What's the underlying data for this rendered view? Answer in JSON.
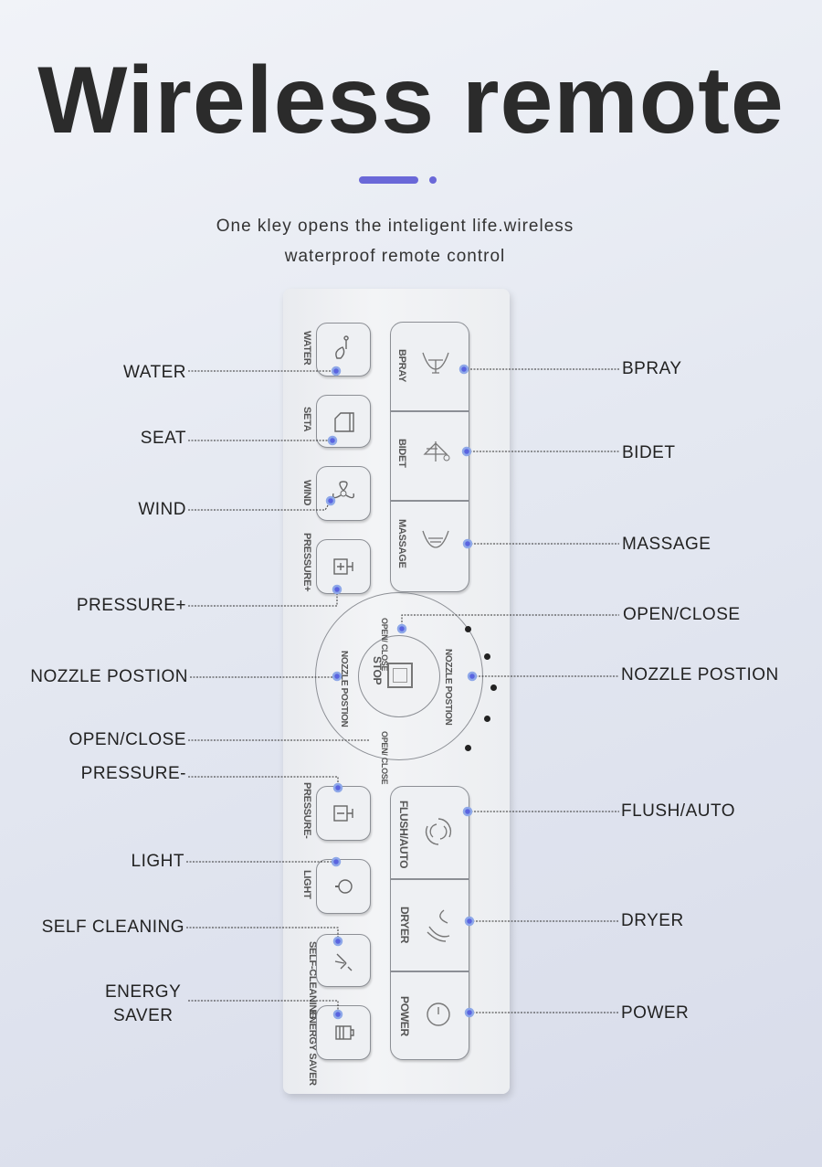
{
  "title": "Wireless remote",
  "subtitle": [
    "One kley opens the inteligent life.wireless",
    "waterproof remote control"
  ],
  "accent_color": "#6a68d8",
  "remote": {
    "left_buttons": [
      "WATER",
      "SETA",
      "WIND",
      "PRESSURE+",
      "PRESSURE-",
      "LIGHT",
      "SELF-CLEANING",
      "ENERGY SAVER"
    ],
    "right_buttons": [
      "BPRAY",
      "BIDET",
      "MASSAGE",
      "FLUSH/AUTO",
      "DRYER",
      "POWER"
    ],
    "dial": {
      "top": "OPEN/ CLOSE",
      "bottom": "OPEN/ CLOSE",
      "left": "NOZZLE POSTION",
      "right": "NOZZLE POSTION",
      "center": "STOP"
    }
  },
  "callouts_left": [
    "WATER",
    "SEAT",
    "WIND",
    "PRESSURE+",
    "NOZZLE POSTION",
    "OPEN/CLOSE",
    "PRESSURE-",
    "LIGHT",
    "SELF CLEANING",
    "ENERGY",
    "SAVER"
  ],
  "callouts_right": [
    "BPRAY",
    "BIDET",
    "MASSAGE",
    "OPEN/CLOSE",
    "NOZZLE POSTION",
    "FLUSH/AUTO",
    "DRYER",
    "POWER"
  ]
}
